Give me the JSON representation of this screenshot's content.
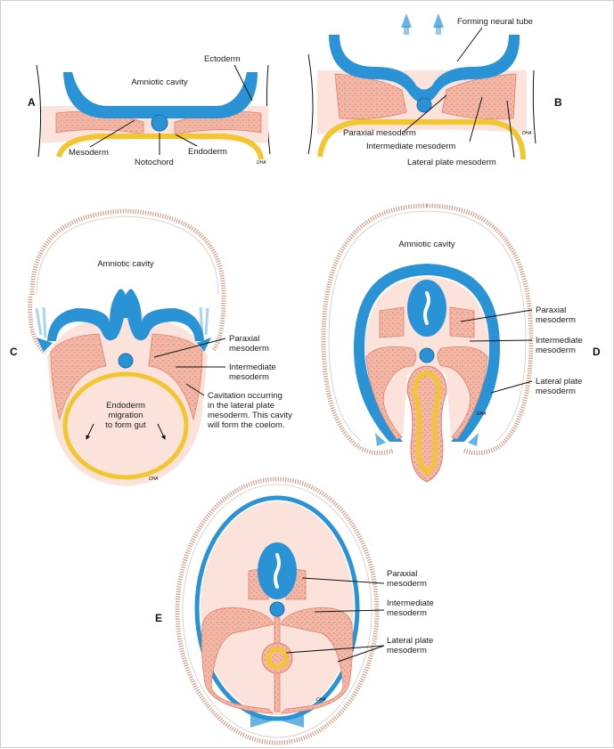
{
  "colors": {
    "ectoderm": "#2a93d5",
    "mesoderm_fill": "#f2b8a6",
    "mesoderm_edge": "#e37f6b",
    "mesoderm_bg": "#fbe3dc",
    "endoderm": "#f2c630",
    "leader": "#111111"
  },
  "panels": {
    "A": {
      "letter": "A",
      "labels": {
        "amniotic_cavity": "Amniotic cavity",
        "ectoderm": "Ectoderm",
        "mesoderm": "Mesoderm",
        "notochord": "Notochord",
        "endoderm": "Endoderm"
      }
    },
    "B": {
      "letter": "B",
      "labels": {
        "forming_neural_tube": "Forming neural tube",
        "paraxial_mesoderm": "Paraxial mesoderm",
        "intermediate_mesoderm": "Intermediate mesoderm",
        "lateral_plate_mesoderm": "Lateral plate mesoderm"
      }
    },
    "C": {
      "letter": "C",
      "labels": {
        "amniotic_cavity": "Amniotic cavity",
        "paraxial_1": "Paraxial",
        "paraxial_2": "mesoderm",
        "intermediate_1": "Intermediate",
        "intermediate_2": "mesoderm",
        "cavitation_1": "Cavitation occurring",
        "cavitation_2": "in the lateral plate",
        "cavitation_3": "mesoderm. This cavity",
        "cavitation_4": "will form the coelom.",
        "endoderm_1": "Endoderm",
        "endoderm_2": "migration",
        "endoderm_3": "to form gut"
      }
    },
    "D": {
      "letter": "D",
      "labels": {
        "amniotic_cavity": "Amniotic cavity",
        "paraxial_1": "Paraxial",
        "paraxial_2": "mesoderm",
        "intermediate_1": "Intermediate",
        "intermediate_2": "mesoderm",
        "lateral_1": "Lateral plate",
        "lateral_2": "mesoderm"
      }
    },
    "E": {
      "letter": "E",
      "labels": {
        "paraxial_1": "Paraxial",
        "paraxial_2": "mesoderm",
        "intermediate_1": "Intermediate",
        "intermediate_2": "mesoderm",
        "lateral_1": "Lateral plate",
        "lateral_2": "mesoderm"
      }
    }
  },
  "signature": "DHA"
}
